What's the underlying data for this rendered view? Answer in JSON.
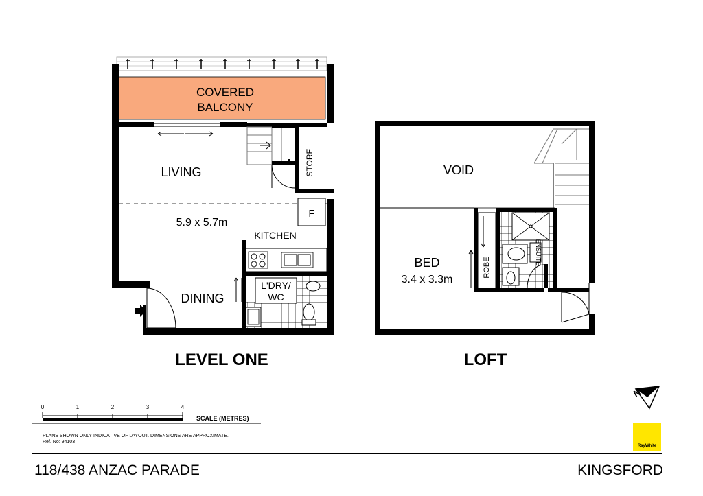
{
  "plan": {
    "level_one": {
      "title": "LEVEL ONE",
      "rooms": {
        "balcony_line1": "COVERED",
        "balcony_line2": "BALCONY",
        "living": "LIVING",
        "store": "STORE",
        "fridge": "F",
        "dimension": "5.9 x 5.7m",
        "kitchen": "KITCHEN",
        "laundry_line1": "L'DRY/",
        "laundry_line2": "WC",
        "dining": "DINING"
      }
    },
    "loft": {
      "title": "LOFT",
      "rooms": {
        "void": "VOID",
        "bed": "BED",
        "dimension": "3.4 x 3.3m",
        "robe": "ROBE",
        "ensuite": "ENSUITE"
      }
    },
    "colors": {
      "balcony_fill": "#f9a97d",
      "wall": "#000000",
      "logo_yellow": "#ffe600"
    }
  },
  "scale_bar": {
    "ticks": [
      "0",
      "1",
      "2",
      "3",
      "4"
    ],
    "label": "SCALE (METRES)"
  },
  "disclaimer": {
    "line1": "PLANS SHOWN ONLY INDICATIVE OF LAYOUT.  DIMENSIONS ARE APPROXIMATE.",
    "line2": "Ref. No: 94103"
  },
  "footer": {
    "address": "118/438 ANZAC PARADE",
    "suburb": "KINGSFORD"
  },
  "logo": {
    "text": "RayWhite"
  },
  "icons": {
    "north": "north-arrow-icon",
    "entry": "entry-arrow-icon"
  }
}
